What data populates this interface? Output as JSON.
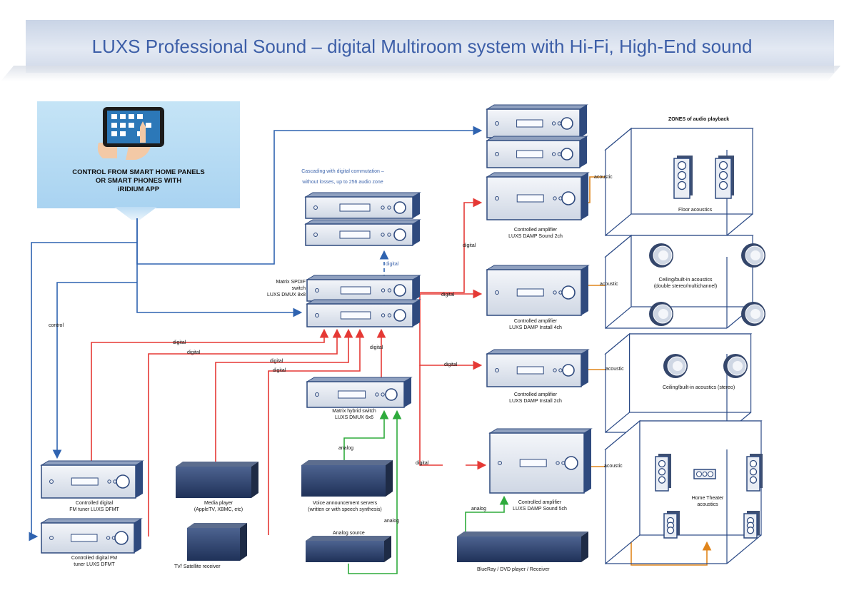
{
  "title": "LUXS Professional Sound – digital Multiroom system with Hi-Fi, High-End sound",
  "control": {
    "line1": "CONTROL FROM SMART HOME PANELS",
    "line2": "OR SMART PHONES WITH",
    "line3": "iRIDIUM APP"
  },
  "labels": {
    "cascading_1": "Cascading with digital commutation –",
    "cascading_2": "without losses, up to 256 audio zone",
    "digital": "digital",
    "analog": "analog",
    "acoustic": "acoustic",
    "control": "control",
    "zones_title": "ZONES of audio playback",
    "matrix_switch_1": "Matrix SPDIF",
    "matrix_switch_2": "switch",
    "matrix_switch_3": "LUXS DMUX 8x8",
    "hybrid_1": "Matrix hybrid switch",
    "hybrid_2": "LUXS DMUX 6x6",
    "amp1_1": "Controlled amplifier",
    "amp1_2": "LUXS DAMP Sound 2ch",
    "amp2_1": "Controlled amplifier",
    "amp2_2": "LUXS DAMP Install 4ch",
    "amp3_1": "Controlled amplifier",
    "amp3_2": "LUXS DAMP Install 2ch",
    "amp4_1": "Controlled amplifier",
    "amp4_2": "LUXS DAMP Sound 5ch",
    "tuner1_1": "Controlled digital",
    "tuner1_2": "FM tuner LUXS DFMT",
    "tuner2_1": "Controlled digital FM",
    "tuner2_2": "tuner LUXS DFMT",
    "media_1": "Media player",
    "media_2": "(AppleTV, XBMC, etc)",
    "tv": "TV/ Satellite receiver",
    "voice_1": "Voice announcement servers",
    "voice_2": "(written or with speech synthesis)",
    "analog_source": "Analog source",
    "bluray": "BlueRay / DVD player / Receiver",
    "zone1": "Floor acoustics",
    "zone2_1": "Ceiling/built-in acoustics",
    "zone2_2": "(double stereo/multichannel)",
    "zone3": "Ceiling/built-in acoustics  (stereo)",
    "zone4_1": "Home Theater",
    "zone4_2": "acoustics"
  },
  "colors": {
    "title": "#3d5fa8",
    "control_line": "#2f63b0",
    "digital_line": "#e53935",
    "analog_line": "#2eab3c",
    "acoustic_line": "#e0851c",
    "device": "#2f4a7e",
    "device_face": "#e6ebf3"
  },
  "icons": [
    "tablet-hand-icon",
    "speaker-icon",
    "ceiling-speaker-icon",
    "center-speaker-icon"
  ]
}
